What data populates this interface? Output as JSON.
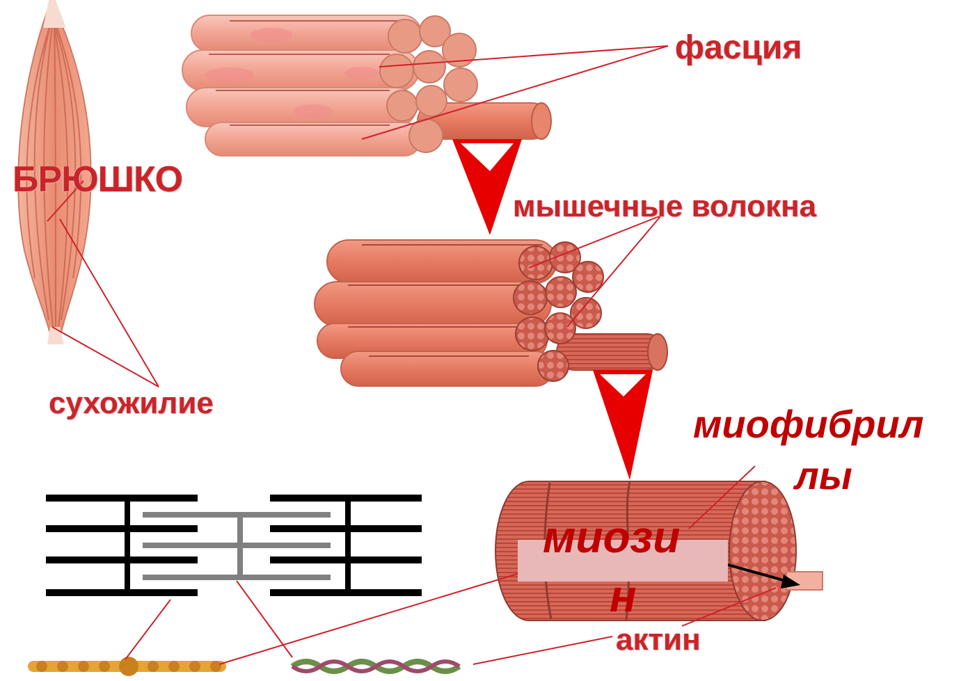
{
  "labels": {
    "bryushko": "БРЮШКО",
    "fasciya": "фасция",
    "volokna": "мышечные волокна",
    "suhozhilie": "сухожилие",
    "miofibrilly_line1": "миофибрил",
    "miofibrilly_line2": "лы",
    "miozin_line1": "миози",
    "miozin_line2": "н",
    "aktin": "актин"
  },
  "colors": {
    "label_red": "#c8252b",
    "arrow_red": "#e60000",
    "muscle_light": "#f2a99a",
    "muscle_mid": "#e77e68",
    "fibril_dark": "#c65a4a",
    "filament_black": "#000000",
    "filament_gray": "#808080",
    "miozin_box": "#e8b8b8"
  },
  "icons": {
    "down_arrow": "down-arrow-icon"
  }
}
